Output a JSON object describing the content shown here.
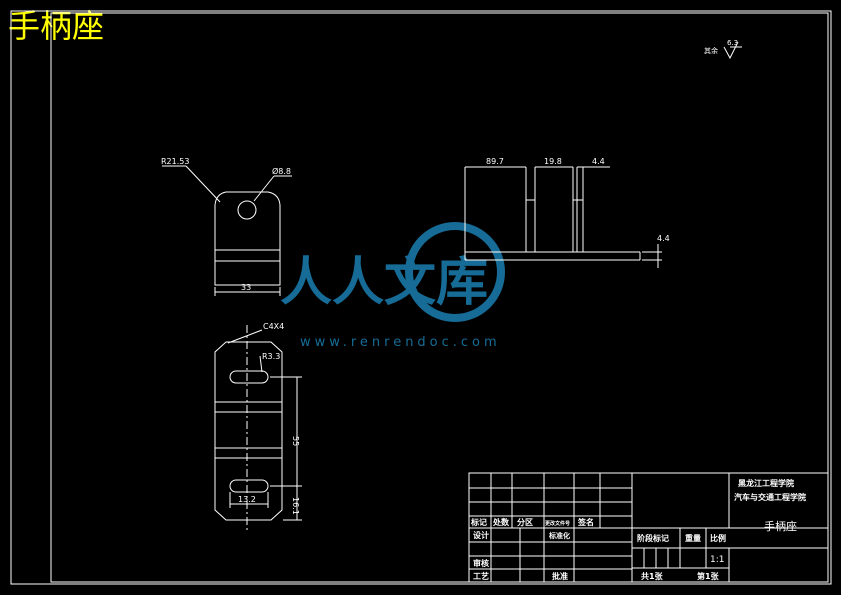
{
  "page_title": "手柄座",
  "surface_finish": {
    "label": "其余",
    "value": "6.3"
  },
  "dimensions": {
    "r_outer": "R21.53",
    "hole_dia": "Ø8.8",
    "width": "33",
    "thk_h1": "89.7",
    "thk_h2": "19.8",
    "thk_h3": "4.4",
    "thk_v": "4.4",
    "chamfer": "C4X4",
    "slot_radius": "R3.3",
    "slot_spacing": "55",
    "slot_length": "13.2",
    "slot_offset": "16.1"
  },
  "watermark": {
    "text": "人人文库",
    "url": "www.renrendoc.com"
  },
  "title_block": {
    "school": "黑龙江工程学院",
    "college": "汽车与交通工程学院",
    "part_name": "手柄座",
    "mark": "标记",
    "count": "处数",
    "zone": "分区",
    "change_doc": "更改文件号",
    "signature": "签名",
    "design": "设计",
    "standardize": "标准化",
    "review": "审核",
    "process": "工艺",
    "approve": "批准",
    "stage_mark": "阶段标记",
    "weight": "重量",
    "scale_label": "比例",
    "scale": "1:1",
    "total_sheets": "共1张",
    "sheet_no": "第1张"
  },
  "colors": {
    "line": "#ffffff",
    "title": "#ffff00",
    "watermark": "#1e90c8"
  }
}
